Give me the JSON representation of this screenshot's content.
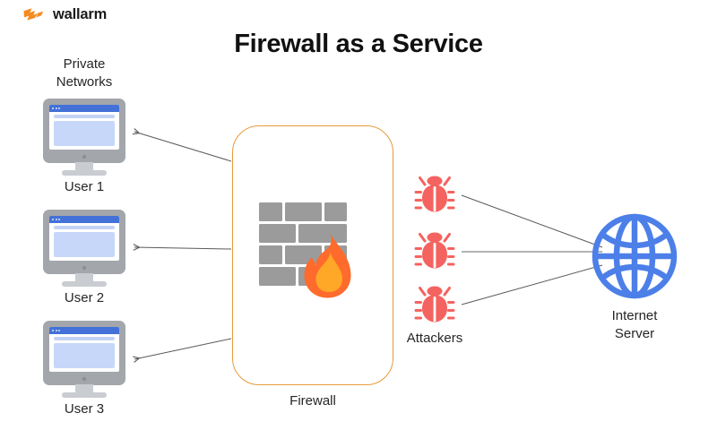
{
  "brand": {
    "name": "wallarm",
    "logo_icon": "wallarm-bolt-logo-icon",
    "logo_color": "#F68B1F"
  },
  "title": "Firewall as a Service",
  "palette": {
    "accent_orange": "#F68B1F",
    "firewall_border": "#E89A3C",
    "flame_outer": "#FF6B2C",
    "flame_inner": "#FFA726",
    "brick_gray": "#9B9B9B",
    "monitor_gray": "#A3A6AB",
    "monitor_stand_gray": "#C9CCD1",
    "screen_blue": "#4371D8",
    "screen_content_blue": "#C7D7FA",
    "bug_red": "#F4635F",
    "globe_blue": "#4C7FE8",
    "connector_gray": "#5A5A5A",
    "text_dark": "#262626"
  },
  "groups": {
    "private_networks": {
      "label": "Private\nNetworks",
      "nodes": [
        {
          "label": "User 1",
          "icon": "desktop-monitor-icon"
        },
        {
          "label": "User 2",
          "icon": "desktop-monitor-icon"
        },
        {
          "label": "User 3",
          "icon": "desktop-monitor-icon"
        }
      ]
    },
    "firewall": {
      "label": "Firewall",
      "icon": "brick-wall-flame-icon"
    },
    "attackers": {
      "label": "Attackers",
      "icon": "bug-icon",
      "count": 3
    },
    "internet_server": {
      "label": "Internet\nServer",
      "icon": "globe-icon"
    }
  },
  "connections": [
    {
      "from": "firewall",
      "to": "user-1",
      "arrowhead": true
    },
    {
      "from": "firewall",
      "to": "user-2",
      "arrowhead": true
    },
    {
      "from": "firewall",
      "to": "user-3",
      "arrowhead": true
    },
    {
      "from": "attacker-1",
      "to": "internet-server",
      "arrowhead": false
    },
    {
      "from": "attacker-2",
      "to": "internet-server",
      "arrowhead": false
    },
    {
      "from": "attacker-3",
      "to": "internet-server",
      "arrowhead": false
    }
  ]
}
